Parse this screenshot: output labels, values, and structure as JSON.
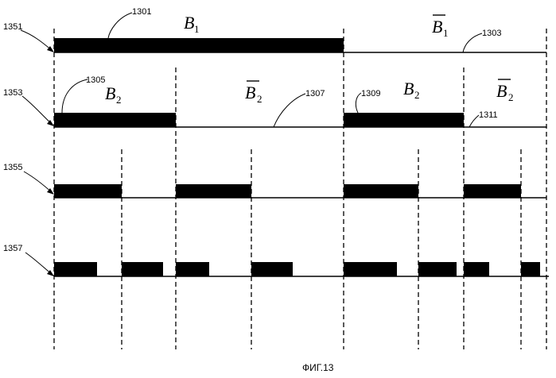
{
  "figure": {
    "caption": "ФИГ.13",
    "rows": [
      {
        "ref": "1351"
      },
      {
        "ref": "1353"
      },
      {
        "ref": "1355"
      },
      {
        "ref": "1357"
      }
    ],
    "callouts": [
      {
        "ref": "1301"
      },
      {
        "ref": "1303"
      },
      {
        "ref": "1305"
      },
      {
        "ref": "1307"
      },
      {
        "ref": "1309"
      },
      {
        "ref": "1311"
      }
    ],
    "symbols": [
      {
        "letter": "B",
        "sub": "1",
        "overline": false
      },
      {
        "letter": "B",
        "sub": "1",
        "overline": true
      },
      {
        "letter": "B",
        "sub": "2",
        "overline": false
      },
      {
        "letter": "B",
        "sub": "2",
        "overline": true
      },
      {
        "letter": "B",
        "sub": "2",
        "overline": false
      },
      {
        "letter": "B",
        "sub": "2",
        "overline": true
      }
    ]
  }
}
